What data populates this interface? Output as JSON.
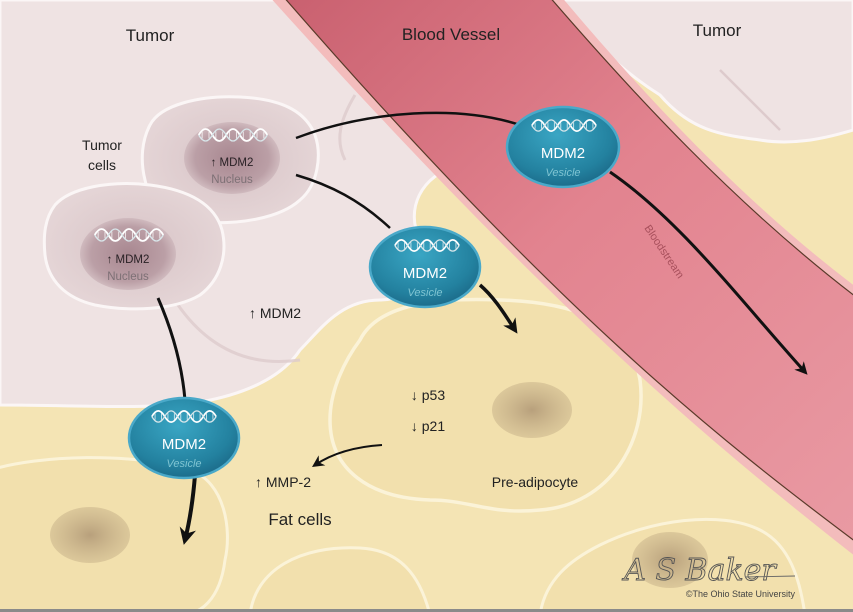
{
  "figure": {
    "colors": {
      "tumor_tissue": "#efe3e3",
      "fat_tissue": "#f4e4b4",
      "blood_vessel": "#df7f8c",
      "vessel_wall": "#f2b8b8",
      "vesicle": "#2f8fb0",
      "nucleus": "#b8979f",
      "arrow": "#111111"
    },
    "region_labels": {
      "tumor_left": "Tumor",
      "blood_vessel": "Blood Vessel",
      "tumor_right": "Tumor",
      "tumor_cells": [
        "Tumor",
        "cells"
      ],
      "fat_cells": "Fat cells",
      "pre_adipocyte": "Pre-adipocyte",
      "bloodstream": "Bloodstream"
    },
    "tumor_cells": [
      {
        "marker": "↑ MDM2",
        "sublabel": "Nucleus",
        "icon": "dna-helix-icon"
      },
      {
        "marker": "↑ MDM2",
        "sublabel": "Nucleus",
        "icon": "dna-helix-icon"
      }
    ],
    "vesicles": [
      {
        "title": "MDM2",
        "sublabel": "Vesicle",
        "icon": "dna-helix-icon",
        "location": "blood vessel"
      },
      {
        "title": "MDM2",
        "sublabel": "Vesicle",
        "icon": "dna-helix-icon",
        "location": "tumor-fat boundary (upper)"
      },
      {
        "title": "MDM2",
        "sublabel": "Vesicle",
        "icon": "dna-helix-icon",
        "location": "tumor-fat boundary (lower)"
      }
    ],
    "annotations": {
      "tumor_mdm2": "↑ MDM2",
      "p53": "↓ p53",
      "p21": "↓ p21",
      "mmp2": "↑ MMP-2"
    },
    "credits": {
      "signature": "A S Baker",
      "copyright": "©The Ohio State University"
    }
  }
}
